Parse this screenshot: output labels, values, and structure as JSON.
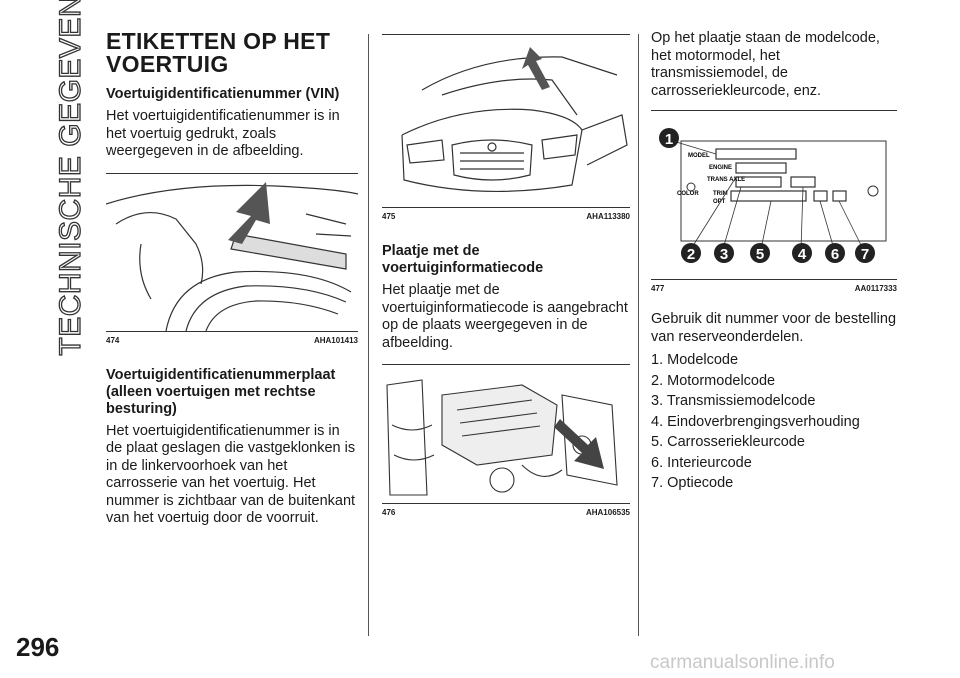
{
  "side_tab": "TECHNISCHE GEGEVENS",
  "page_number": "296",
  "col1": {
    "title": "ETIKETTEN OP HET VOERTUIG",
    "sec1_heading": "Voertuigidentificatienummer (VIN)",
    "sec1_text": "Het voertuigidentificatienummer is in het voertuig gedrukt, zoals weergegeven in de afbeelding.",
    "fig1_num": "474",
    "fig1_code": "AHA101413",
    "sec2_heading": "Voertuigidentificatienummerplaat (alleen voertuigen met rechtse besturing)",
    "sec2_text": "Het voertuigidentificatienummer is in de plaat geslagen die vastgeklonken is in de linkervoorhoek van het carrosserie van het voertuig. Het nummer is zichtbaar van de buitenkant van het voertuig door de voorruit."
  },
  "col2": {
    "fig2_num": "475",
    "fig2_code": "AHA113380",
    "sec_heading": "Plaatje met de voertuiginformatiecode",
    "sec_text": "Het plaatje met de voertuiginformatiecode is aangebracht op de plaats weergegeven in de afbeelding.",
    "fig3_num": "476",
    "fig3_code": "AHA106535"
  },
  "col3": {
    "intro": "Op het plaatje staan de modelcode, het motormodel, het transmissiemodel, de carrosseriekleurcode, enz.",
    "fig4_num": "477",
    "fig4_code": "AA0117333",
    "plate_labels": [
      "MODEL",
      "ENGINE",
      "TRANS AXLE",
      "COLOR",
      "TRIM",
      "OPT"
    ],
    "callouts": [
      "1",
      "2",
      "3",
      "5",
      "4",
      "6",
      "7"
    ],
    "usage": "Gebruik dit nummer voor de bestelling van reserveonderdelen.",
    "items": [
      "1. Modelcode",
      "2. Motormodelcode",
      "3. Transmissiemodelcode",
      "4. Eindoverbrengingsverhouding",
      "5. Carrosseriekleurcode",
      "6. Interieurcode",
      "7. Optiecode"
    ]
  },
  "footer_watermark": "carmanualsonline.info"
}
